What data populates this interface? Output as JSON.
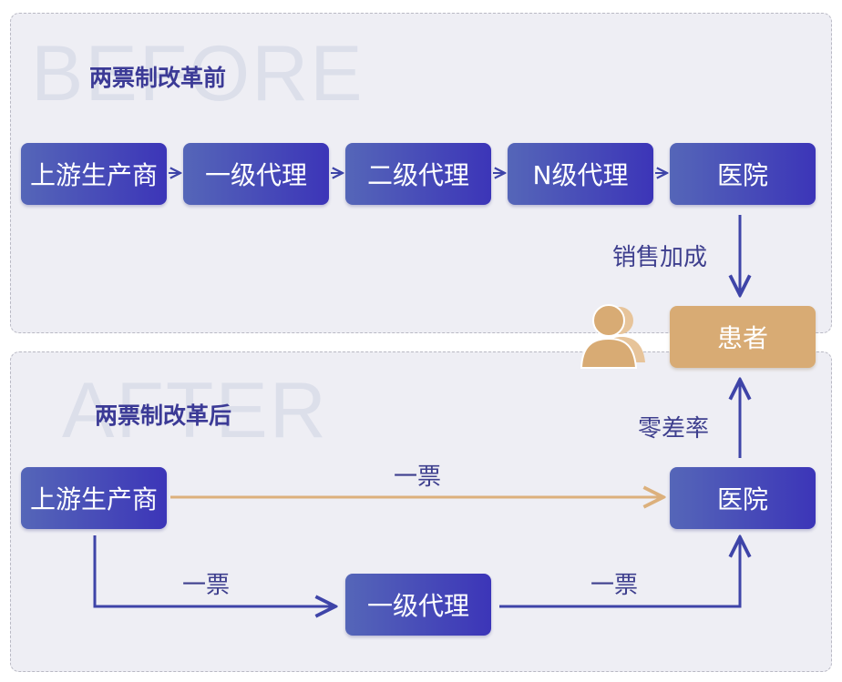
{
  "before": {
    "watermark": "BEFORE",
    "title": "两票制改革前",
    "chain": [
      "上游生产商",
      "一级代理",
      "二级代理",
      "N级代理",
      "医院"
    ],
    "markup_label": "销售加成"
  },
  "patient": {
    "label": "患者",
    "icon": "person-group-icon"
  },
  "after": {
    "watermark": "AFTER",
    "title": "两票制改革后",
    "manufacturer": "上游生产商",
    "hospital": "医院",
    "agent": "一级代理",
    "direct_ticket": "一票",
    "ticket_to_agent": "一票",
    "ticket_agent_to_hospital": "一票",
    "zero_markup_label": "零差率"
  },
  "colors": {
    "box": "#3c35b8",
    "patient": "#d8ab74",
    "arrow": "#3e44a8",
    "direct_arrow": "#dcb07c"
  }
}
